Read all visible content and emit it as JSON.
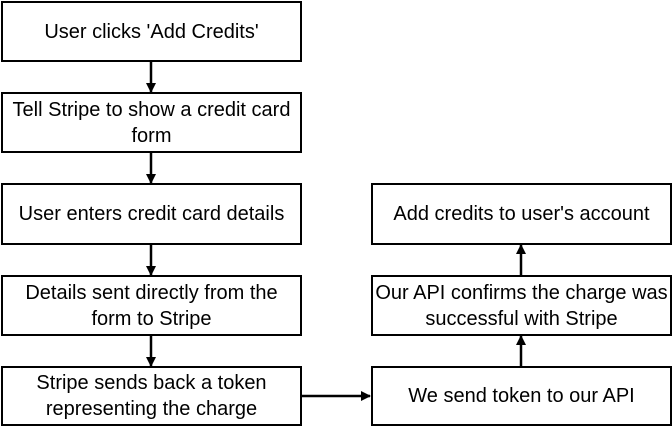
{
  "colors": {
    "stroke": "#000000",
    "fill": "#ffffff",
    "text": "#000000"
  },
  "nodes": {
    "user_clicks": "User clicks 'Add Credits'",
    "tell_stripe": "Tell Stripe to show a credit card form",
    "user_enters": "User enters credit card details",
    "details_sent": "Details sent directly from the form to Stripe",
    "stripe_sends": "Stripe sends back a token representing the charge",
    "we_send": "We send token to our API",
    "api_confirms": "Our API confirms the charge was successful with Stripe",
    "add_credits": "Add credits to user's account"
  }
}
